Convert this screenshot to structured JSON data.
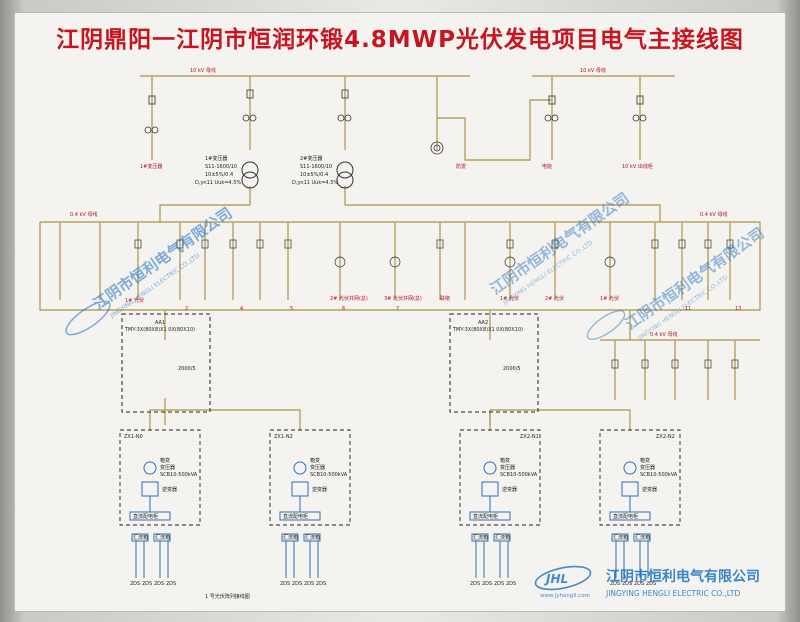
{
  "title": "江阴鼎阳一江阴市恒润环锻4.8MWP光伏发电项目电气主接线图",
  "bus_10kv_left": "10 kV 母线",
  "bus_10kv_right": "10 kV 母线",
  "bus_04kv_left": "0.4 kV 母线",
  "bus_04kv_right": "0.4 kV 母线",
  "bus_04kv_small": "0.4 kV 母线",
  "transformer1": {
    "name": "1#变压器",
    "model": "S11-1600/10",
    "ratio": "10±5%/0.4",
    "vector": "D,yn11 Uuk=4.5%"
  },
  "transformer2": {
    "name": "2#变压器",
    "model": "S11-1600/10",
    "ratio": "10±5%/0.4",
    "vector": "D,yn11 Uuk=4.5%"
  },
  "feeder_labels": {
    "f1": "1#变压器",
    "f2": "2#变压器",
    "f3": "防雷",
    "f4": "电能",
    "f5": "10 kV 出线柜"
  },
  "lower_labels": {
    "l1": "1# 光伏",
    "l2": "2",
    "l3": "4",
    "l4": "5",
    "l5": "6",
    "l6": "7",
    "l7": "2# 光伏并网(总)",
    "l8": "3# 光伏并网(总)",
    "l9": "联络",
    "l10": "1# 光伏",
    "l11": "2# 光伏",
    "l12": "1# 光伏",
    "l13": "11",
    "l14": "13"
  },
  "panel_a41": {
    "id": "AA1",
    "model": "TMY-3X(80X8)X1 0X(80X10)"
  },
  "panel_a42": {
    "id": "AA2",
    "model": "TMY-3X(80X8)X1 0X(80X10)"
  },
  "ct": {
    "a": "2000/5",
    "b": "2000/5"
  },
  "branches": [
    {
      "id": "ZX1-N0",
      "name": "箱变",
      "type": "变压器",
      "model": "SCB10-500kVA",
      "inverter": "逆变器",
      "combiner": "直流配电柜",
      "boxes": [
        "汇流箱",
        "汇流箱"
      ],
      "strings": [
        "2DS",
        "2DS",
        "2DS",
        "2DS"
      ]
    },
    {
      "id": "ZX1-N2",
      "name": "箱变",
      "type": "变压器",
      "model": "SCB10-500kVA",
      "inverter": "逆变器",
      "combiner": "直流配电柜",
      "boxes": [
        "汇流箱",
        "汇流箱"
      ],
      "strings": [
        "2DS",
        "2DS",
        "2DS",
        "2DS"
      ]
    },
    {
      "id": "ZX2-N1",
      "name": "箱变",
      "type": "变压器",
      "model": "SCB10-500kVA",
      "inverter": "逆变器",
      "combiner": "直流配电柜",
      "boxes": [
        "汇流箱",
        "汇流箱"
      ],
      "strings": [
        "2DS",
        "2DS",
        "2DS",
        "2DS"
      ]
    },
    {
      "id": "ZX2-N2",
      "name": "箱变",
      "type": "变压器",
      "model": "SCB10-500kVA",
      "inverter": "逆变器",
      "combiner": "直流配电柜",
      "boxes": [
        "汇流箱",
        "汇流箱"
      ],
      "strings": [
        "2DS",
        "2DS",
        "2DS",
        "2DS"
      ]
    }
  ],
  "footnote": "1 号光伏阵列接线图",
  "watermark": {
    "brand_cn": "江阴市恒利电气有限公司",
    "brand_en": "JINGYING HENGLI ELECTRIC CO.,LTD",
    "logo": "JHL",
    "url": "www.jyhengli.com"
  },
  "colors": {
    "red": "#c8141e",
    "line": "#b7a25e",
    "blue": "#2f6fb6",
    "watermark": "#1c70c4"
  }
}
